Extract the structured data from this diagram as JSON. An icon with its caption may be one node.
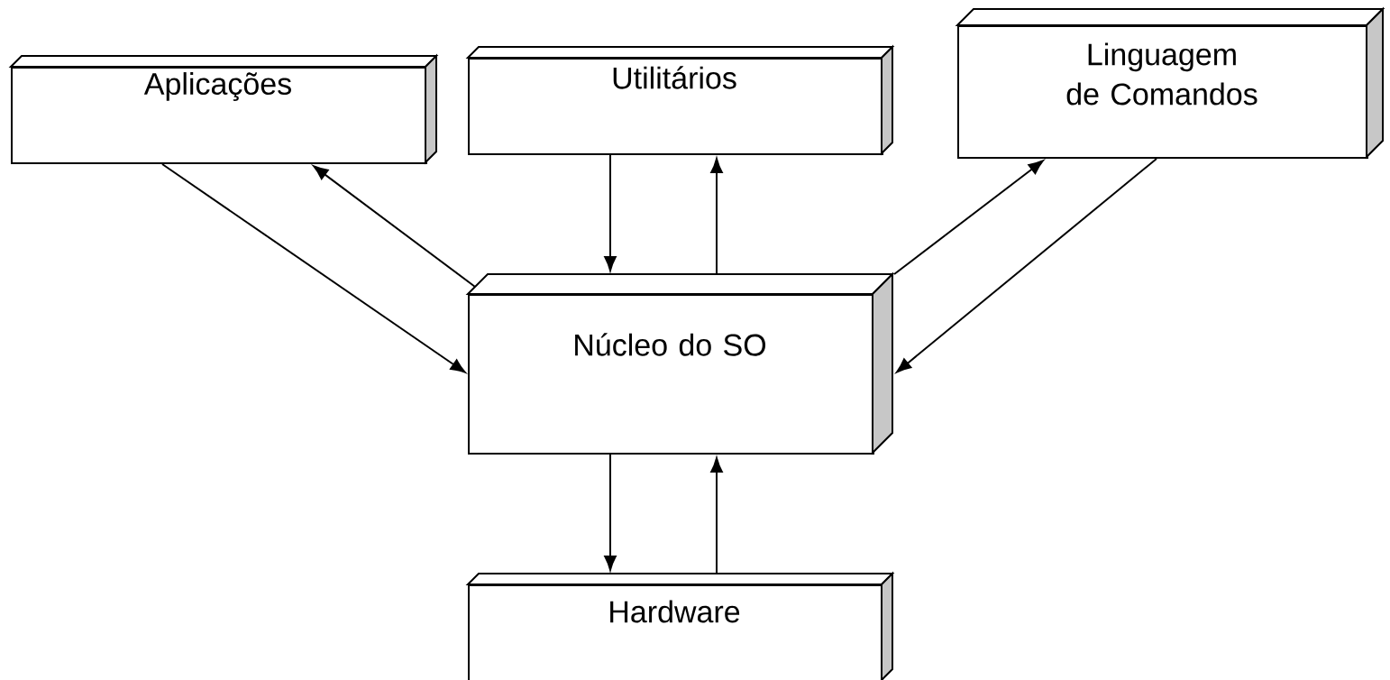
{
  "diagram": {
    "nodes": [
      {
        "text": [
          "Aplicações"
        ]
      },
      {
        "text": [
          "Utilitários"
        ]
      },
      {
        "text": [
          "Linguagem de Comandos"
        ]
      },
      {
        "text": [
          "Núcleo do SO"
        ]
      },
      {
        "text": [
          "Hardware"
        ]
      }
    ],
    "edges": [
      {
        "from": 0,
        "to": 3,
        "arrow": "to"
      },
      {
        "from": 3,
        "to": 0,
        "arrow": "to"
      },
      {
        "from": 1,
        "to": 3,
        "arrow": "to"
      },
      {
        "from": 3,
        "to": 1,
        "arrow": "to"
      },
      {
        "from": 3,
        "to": 2,
        "arrow": "to"
      },
      {
        "from": 2,
        "to": 3,
        "arrow": "to"
      },
      {
        "from": 3,
        "to": 4,
        "arrow": "to"
      },
      {
        "from": 4,
        "to": 3,
        "arrow": "to"
      }
    ]
  }
}
